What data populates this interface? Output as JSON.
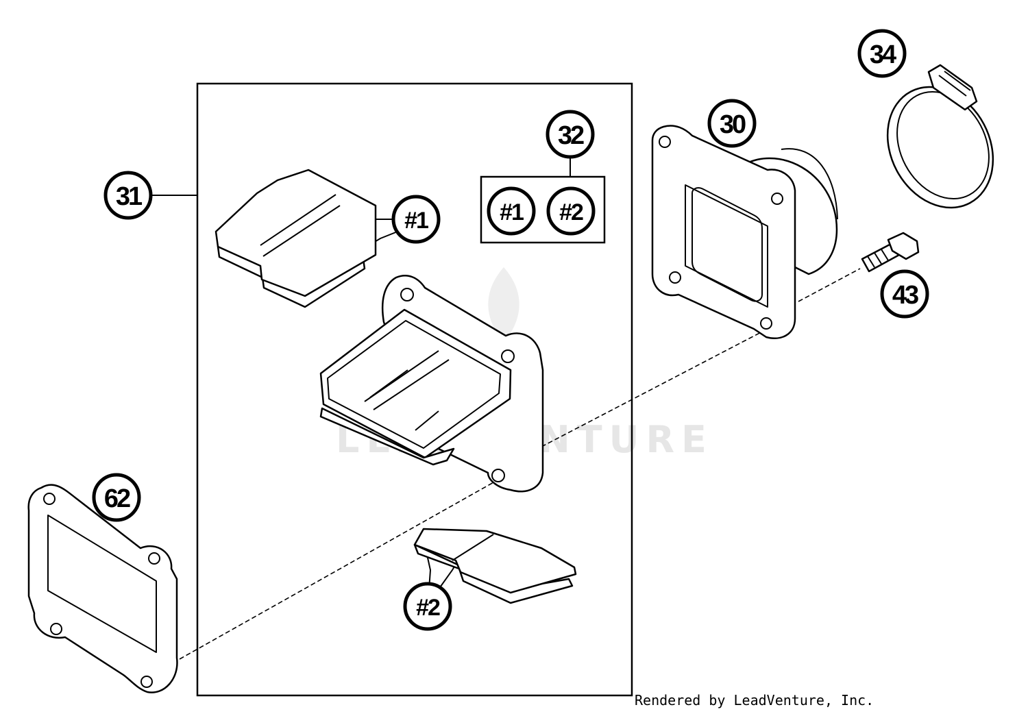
{
  "callouts": {
    "c31": "31",
    "c32": "32",
    "c30": "30",
    "c34": "34",
    "c43": "43",
    "c62": "62",
    "c1a": "#1",
    "c1b": "#1",
    "c2a": "#2",
    "c2b": "#2"
  },
  "watermark": "LEADVENTURE",
  "credit": "Rendered by LeadVenture, Inc.",
  "colors": {
    "line": "#000000",
    "background": "#ffffff",
    "watermark": "#e6e6e6"
  }
}
